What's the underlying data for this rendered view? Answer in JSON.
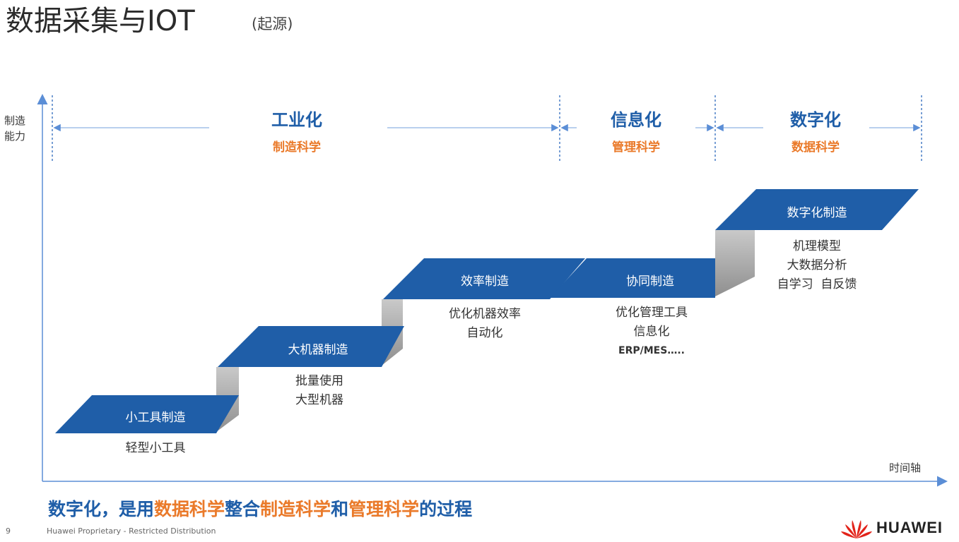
{
  "header": {
    "title": "数据采集与IOT",
    "subtitle": "(起源)"
  },
  "axes": {
    "y_label_line1": "制造",
    "y_label_line2": "能力",
    "x_label": "时间轴"
  },
  "eras": [
    {
      "title": "工业化",
      "subtitle": "制造科学"
    },
    {
      "title": "信息化",
      "subtitle": "管理科学"
    },
    {
      "title": "数字化",
      "subtitle": "数据科学"
    }
  ],
  "steps": [
    {
      "label": "小工具制造",
      "desc": [
        "轻型小工具"
      ]
    },
    {
      "label": "大机器制造",
      "desc": [
        "批量使用",
        "大型机器"
      ]
    },
    {
      "label": "效率制造",
      "desc": [
        "优化机器效率",
        "自动化"
      ]
    },
    {
      "label": "协同制造",
      "desc": [
        "优化管理工具",
        "信息化",
        "ERP/MES….."
      ]
    },
    {
      "label": "数字化制造",
      "desc": [
        "机理模型",
        "大数据分析",
        "自学习  自反馈"
      ]
    }
  ],
  "summary": {
    "part1": "数字化，是用",
    "part2": "数据科学",
    "part3": "整合",
    "part4": "制造科学",
    "part5": "和",
    "part6": "管理科学",
    "part7": "的过程"
  },
  "footer": {
    "page_number": "9",
    "notice": "Huawei Proprietary - Restricted Distribution",
    "brand": "HUAWEI"
  },
  "colors": {
    "primary_blue": "#1f5ea8",
    "accent_orange": "#ea7a2a",
    "riser_gray": "#a9a9a9",
    "axis_blue": "#5b8ed6"
  },
  "icons": {
    "brand_logo": "huawei-flower-logo"
  }
}
